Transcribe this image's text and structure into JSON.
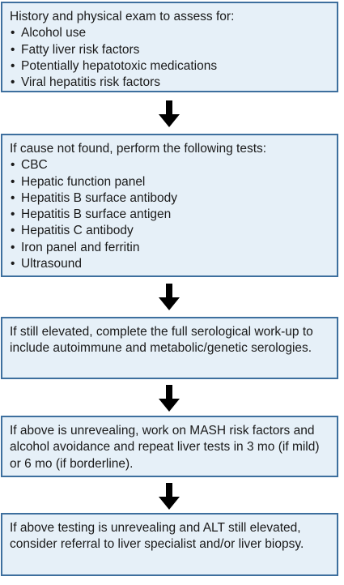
{
  "boxes": [
    {
      "text": "History and physical exam to assess for:",
      "items": [
        "Alcohol use",
        "Fatty liver risk factors",
        "Potentially hepatotoxic medications",
        "Viral hepatitis risk factors"
      ]
    },
    {
      "text": "If cause not found, perform the following tests:",
      "items": [
        "CBC",
        "Hepatic function panel",
        "Hepatitis B surface antibody",
        "Hepatitis B surface antigen",
        "Hepatitis C antibody",
        "Iron panel and ferritin",
        "Ultrasound"
      ]
    },
    {
      "text": "If still elevated, complete the full serological work-up to include autoimmune and metabolic/genetic serologies."
    },
    {
      "text": "If above is unrevealing, work on MASH risk factors and alcohol avoidance and repeat liver tests in 3 mo (if mild) or 6 mo (if borderline)."
    },
    {
      "text": "If above testing is unrevealing and ALT still elevated, consider referral to liver specialist and/or liver biopsy."
    }
  ],
  "bullet": "•",
  "colors": {
    "box_fill": "#e6f0f8",
    "box_border": "#3d6f9e",
    "arrow": "#000000",
    "text": "#1a1a1a"
  },
  "icons": {
    "arrow": "down-arrow-icon"
  }
}
